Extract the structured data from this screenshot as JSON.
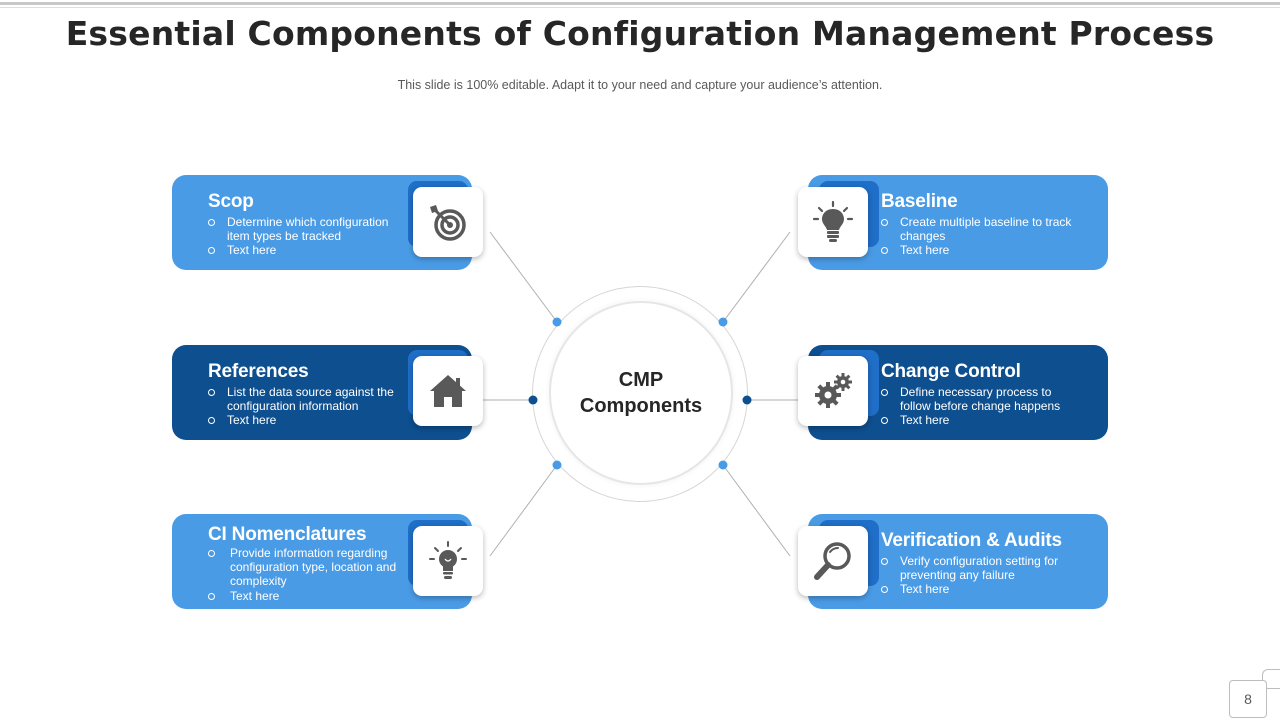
{
  "slide": {
    "title": "Essential Components of Configuration Management Process",
    "subtitle": "This slide is 100% editable. Adapt it to your need and capture your audience’s attention.",
    "page_number": "8"
  },
  "center": {
    "line1": "CMP",
    "line2": "Components"
  },
  "colors": {
    "light_card": "#4a9be6",
    "dark_card": "#0e4f8f",
    "icon_tab_light": "#1f6ec7",
    "icon_tab_dark": "#0a3d73",
    "icon_gray": "#595959",
    "connector": "#b0b0b0"
  },
  "cards": [
    {
      "id": "scop",
      "title": "Scop",
      "icon": "target-icon",
      "bullets": [
        "Determine which configuration item types be tracked",
        "Text here"
      ]
    },
    {
      "id": "references",
      "title": "References",
      "icon": "home-icon",
      "bullets": [
        "List the data source against the configuration information",
        "Text here"
      ]
    },
    {
      "id": "ci-nomenclatures",
      "title": "CI Nomenclatures",
      "icon": "lightbulb-icon",
      "bullets": [
        "Provide information regarding configuration type, location and complexity",
        "Text here"
      ]
    },
    {
      "id": "baseline",
      "title": "Baseline",
      "icon": "lightbulb-idea-icon",
      "bullets": [
        "Create multiple baseline to track changes",
        "Text here"
      ]
    },
    {
      "id": "change-control",
      "title": "Change Control",
      "icon": "gears-icon",
      "bullets": [
        "Define necessary process to follow before change happens",
        "Text here"
      ]
    },
    {
      "id": "verification-audits",
      "title": "Verification & Audits",
      "icon": "magnifier-icon",
      "bullets": [
        "Verify configuration setting for preventing any failure",
        "Text here"
      ]
    }
  ]
}
